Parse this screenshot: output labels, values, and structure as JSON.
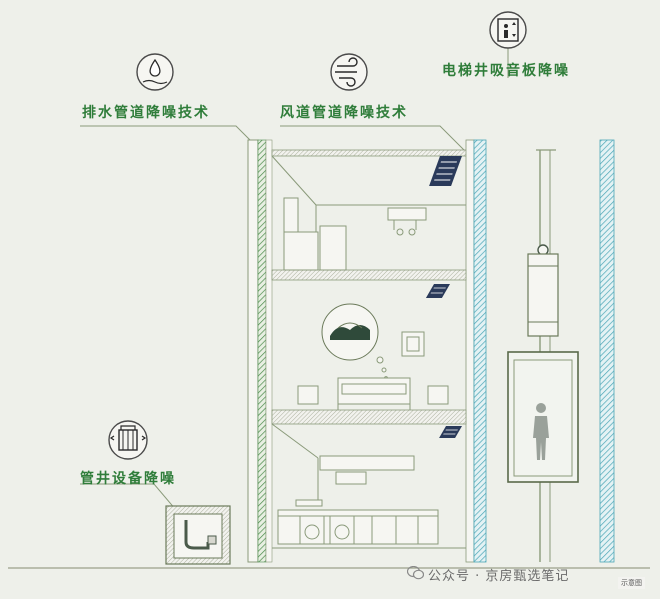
{
  "labels": {
    "drain": "排水管道降噪技术",
    "duct": "风道管道降噪技术",
    "elevator": "电梯井吸音板降噪",
    "shaft": "管井设备降噪"
  },
  "footer": {
    "watermark": "公众号 · 京房甄选笔记",
    "note": "示意图"
  },
  "colors": {
    "green": "#2f7d3a",
    "line": "#8a9a7a",
    "cyan": "#5ab8c6",
    "navy": "#2a3a5a",
    "background": "#eef0ea"
  },
  "icons": [
    "water-drop-icon",
    "wind-icon",
    "elevator-icon",
    "equipment-icon",
    "wechat-icon"
  ]
}
